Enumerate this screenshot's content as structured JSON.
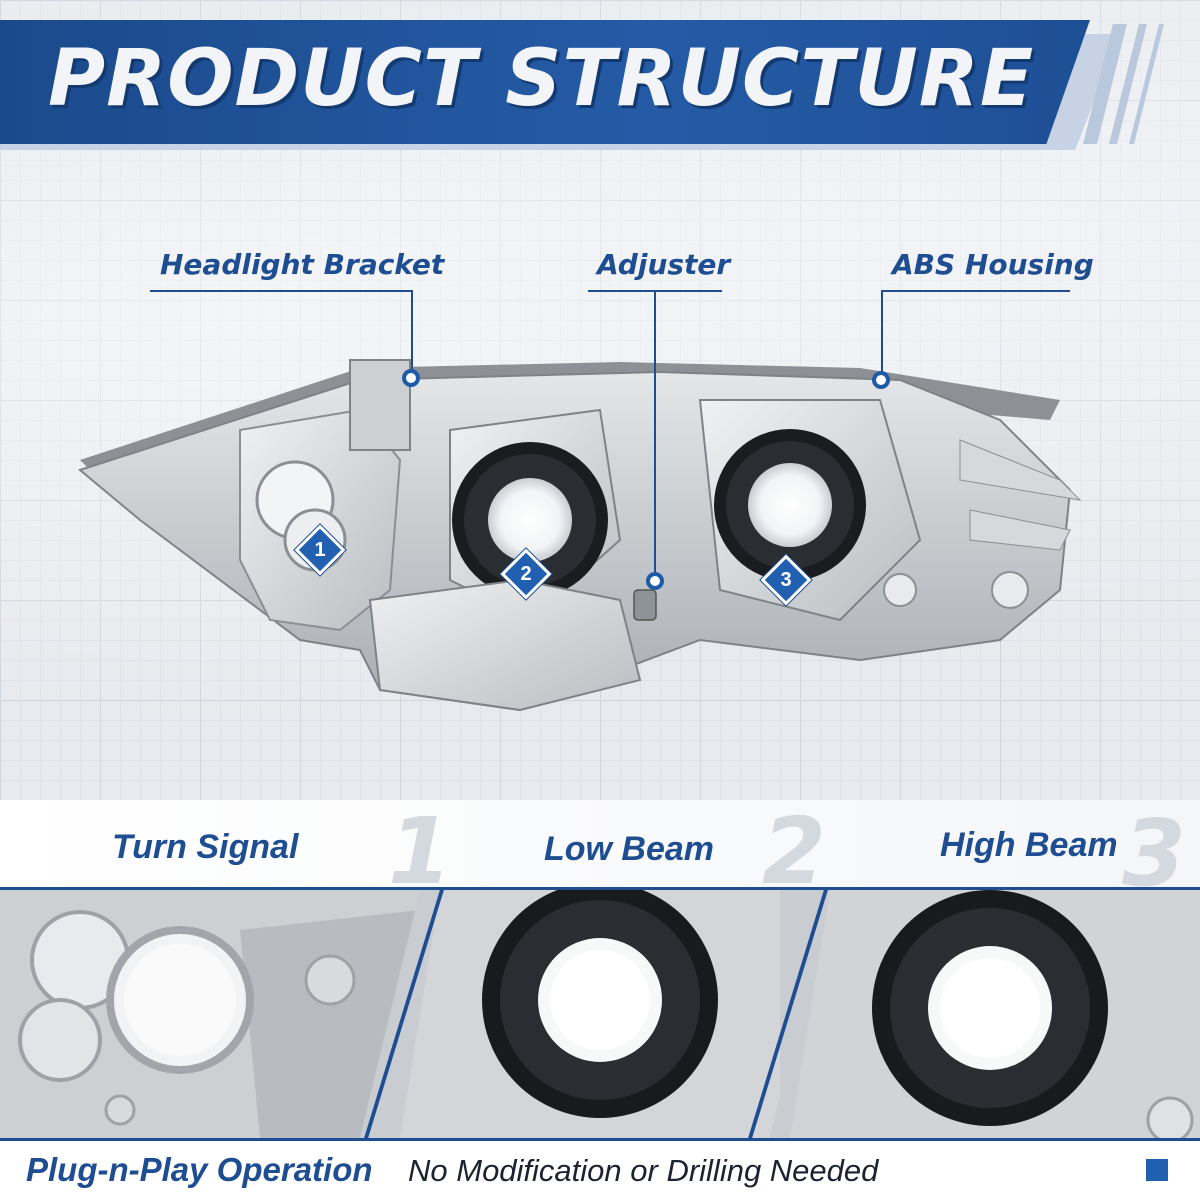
{
  "header": {
    "title": "PRODUCT STRUCTURE"
  },
  "callouts": [
    {
      "label": "Headlight Bracket"
    },
    {
      "label": "Adjuster"
    },
    {
      "label": "ABS Housing"
    }
  ],
  "markers": [
    "1",
    "2",
    "3"
  ],
  "features": [
    {
      "label": "Turn Signal",
      "number": "1"
    },
    {
      "label": "Low Beam",
      "number": "2"
    },
    {
      "label": "High Beam",
      "number": "3"
    }
  ],
  "footer": {
    "highlight": "Plug-n-Play Operation",
    "text": "No Modification or Drilling Needed"
  },
  "colors": {
    "brand_blue": "#1f4d92",
    "accent_blue": "#2160b0"
  }
}
